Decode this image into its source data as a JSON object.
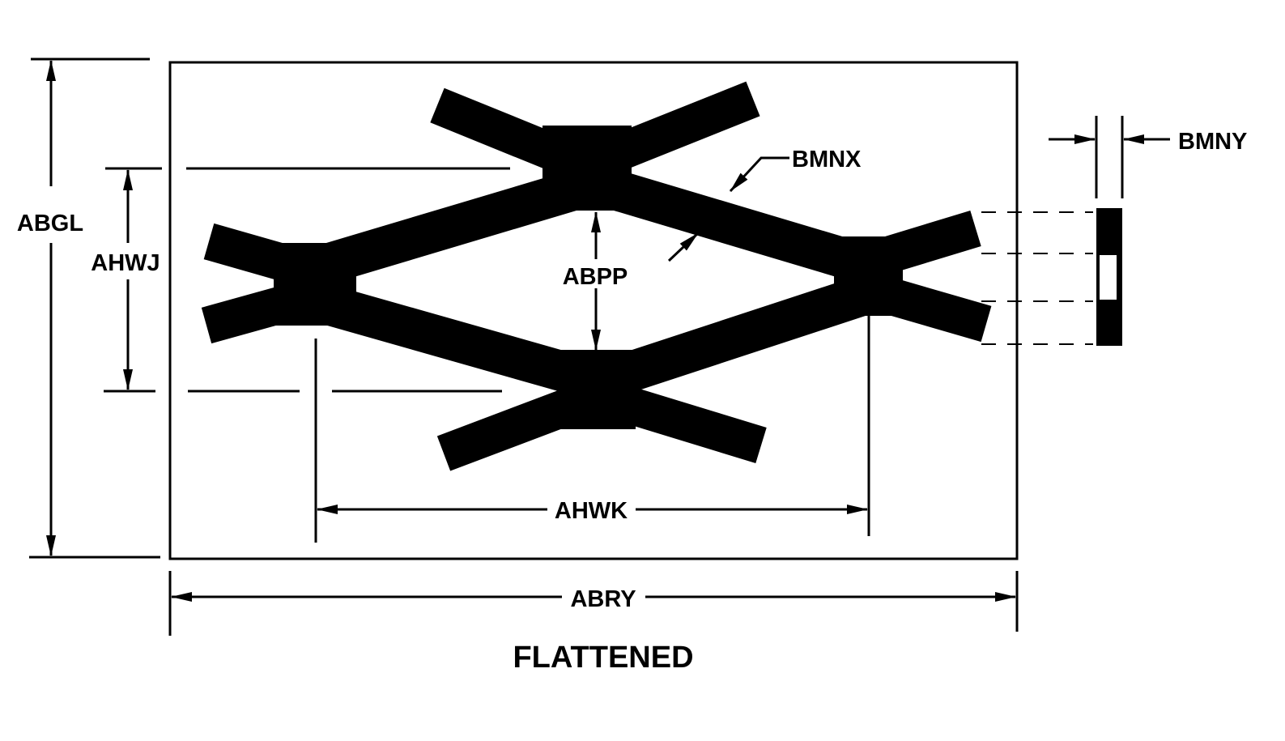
{
  "labels": {
    "abgl": "ABGL",
    "ahwj": "AHWJ",
    "abpp": "ABPP",
    "bmnx": "BMNX",
    "bmny": "BMNY",
    "ahwk": "AHWK",
    "abry": "ABRY"
  },
  "title": "FLATTENED",
  "colors": {
    "ink": "#000000",
    "background": "#ffffff"
  }
}
